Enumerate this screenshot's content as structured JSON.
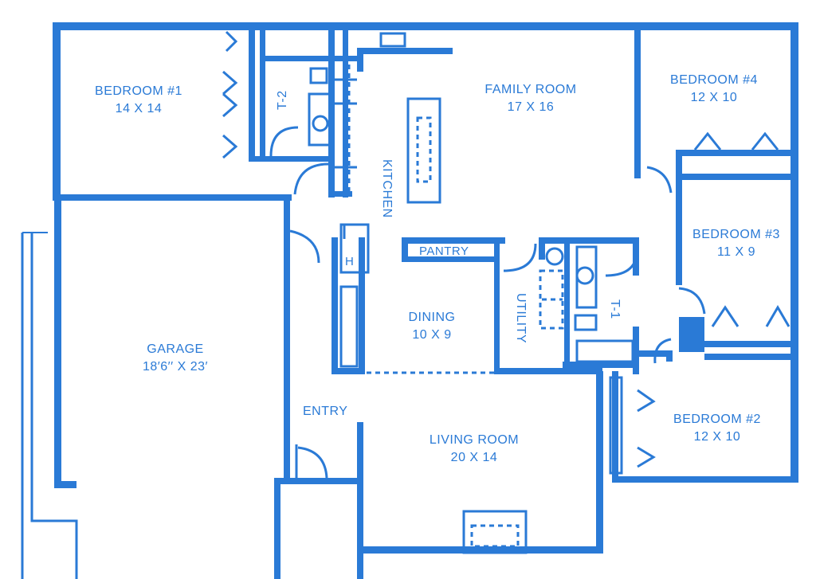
{
  "plan": {
    "line_color": "#2a7ad6",
    "rooms": {
      "bedroom1": {
        "name": "BEDROOM #1",
        "dims": "14 X 14"
      },
      "family_room": {
        "name": "FAMILY ROOM",
        "dims": "17 X 16"
      },
      "bedroom4": {
        "name": "BEDROOM #4",
        "dims": "12 X 10"
      },
      "bedroom3": {
        "name": "BEDROOM #3",
        "dims": "11 X 9"
      },
      "garage": {
        "name": "GARAGE",
        "dims": "18′6′′ X 23′"
      },
      "dining": {
        "name": "DINING",
        "dims": "10 X 9"
      },
      "living_room": {
        "name": "LIVING ROOM",
        "dims": "20 X 14"
      },
      "bedroom2": {
        "name": "BEDROOM #2",
        "dims": "12 X 10"
      }
    },
    "labels": {
      "t2": "T-2",
      "t1": "T-1",
      "kitchen": "KITCHEN",
      "pantry": "PANTRY",
      "utility": "UTILITY",
      "heater": "H",
      "entry": "ENTRY"
    }
  }
}
